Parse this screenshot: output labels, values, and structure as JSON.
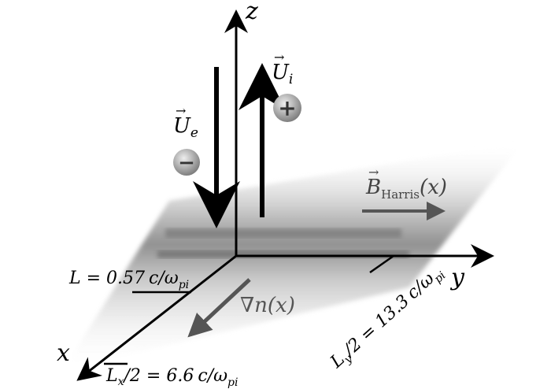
{
  "axes": {
    "x": "x",
    "y": "y",
    "z": "z"
  },
  "velocities": {
    "electron": {
      "symbol": "U",
      "sub": "e",
      "charge": "−"
    },
    "ion": {
      "symbol": "U",
      "sub": "i",
      "charge": "+"
    }
  },
  "field": {
    "symbol": "B",
    "sub": "Harris",
    "arg": "(x)"
  },
  "gradient": {
    "label": "∇n(x)"
  },
  "dimensions": {
    "L": {
      "lhs": "L = 0.57",
      "unit": "c/ω",
      "sub": "pi"
    },
    "Lx": {
      "lhs": "L",
      "lsub": "x",
      "rest": "/2 = 6.6",
      "unit": "c/ω",
      "sub": "pi"
    },
    "Ly": {
      "lhs": "L",
      "lsub": "y",
      "rest": "/2 = 13.3",
      "unit": "c/ω",
      "sub": "pi"
    }
  },
  "colors": {
    "axis": "#000000",
    "field_arrow": "#555555",
    "ball": "#8a8a8a"
  }
}
